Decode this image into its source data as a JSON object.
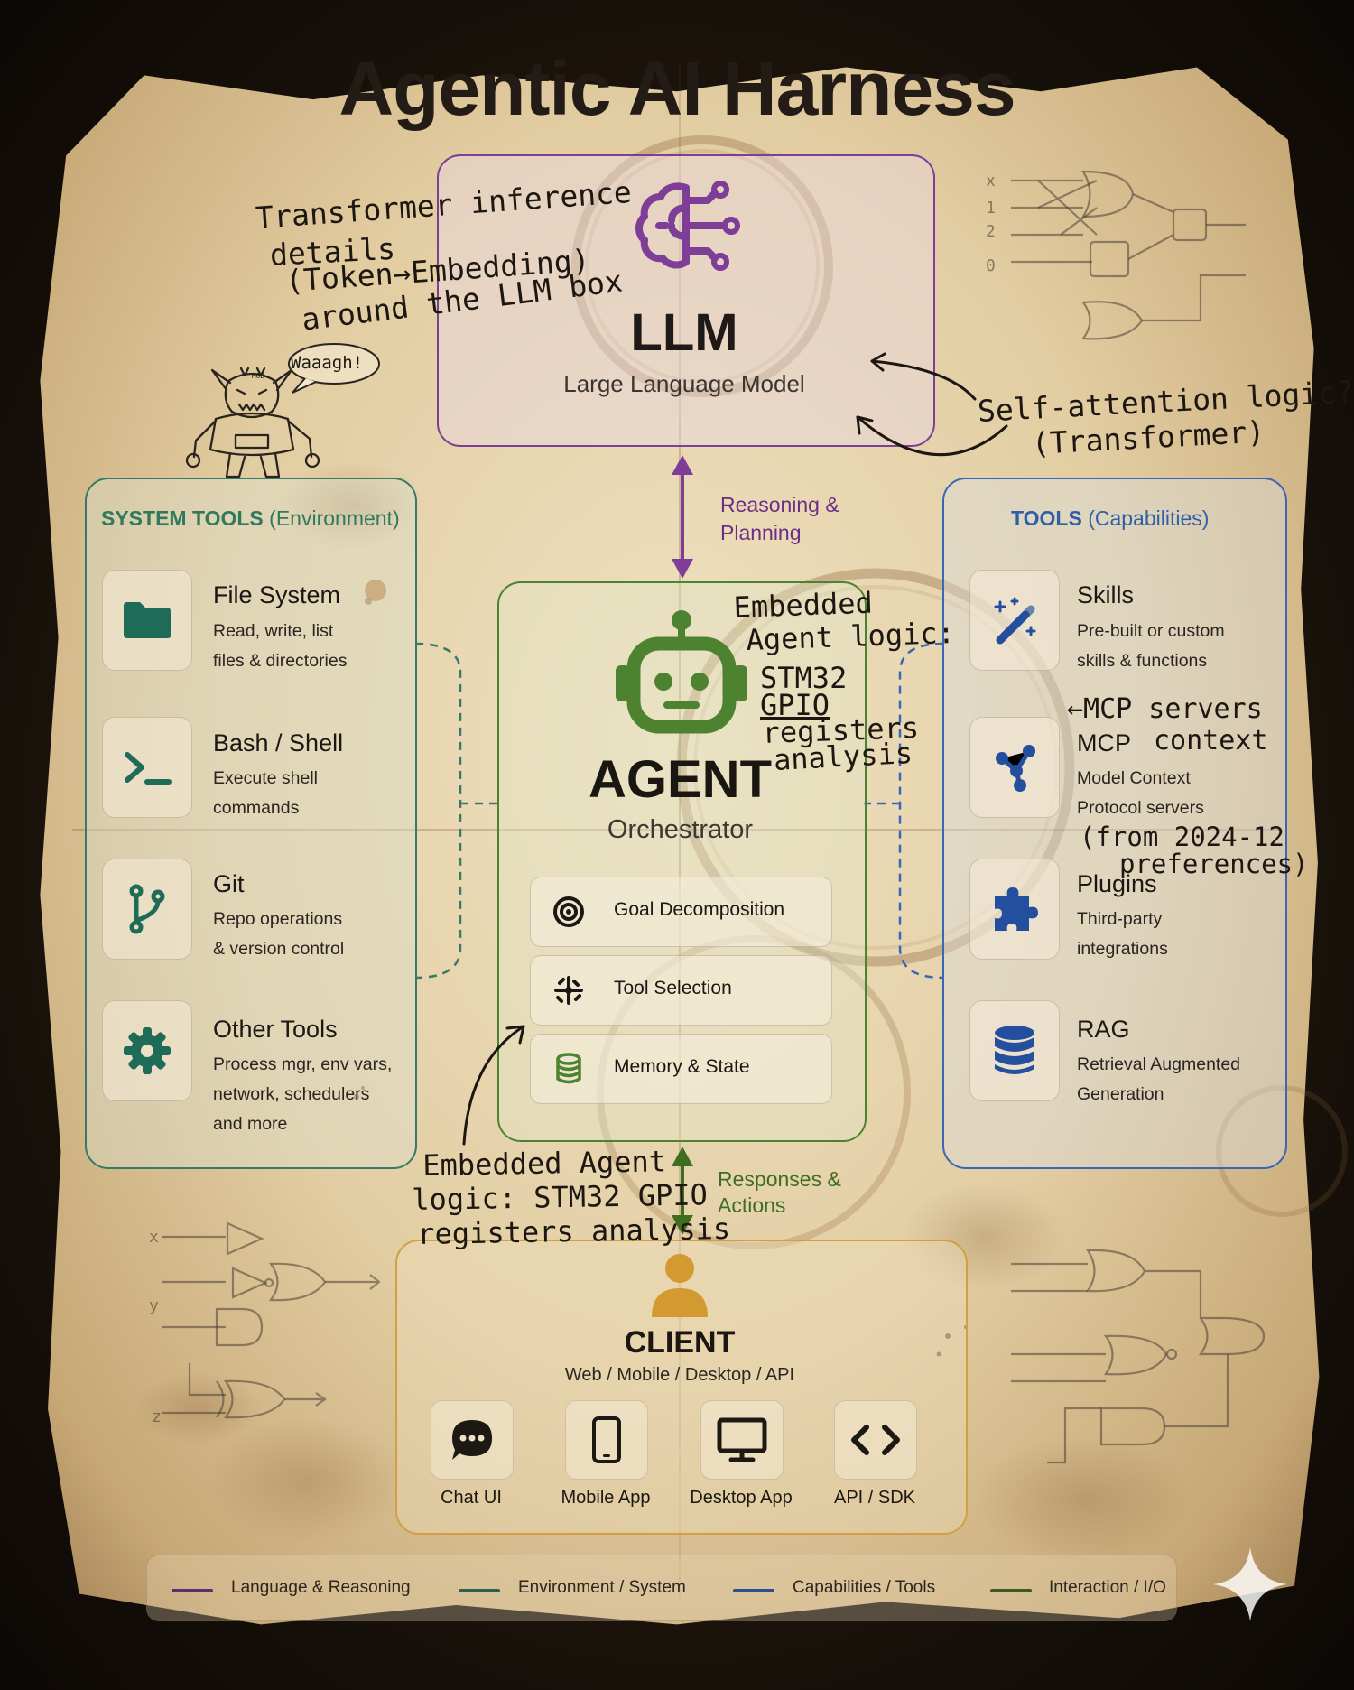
{
  "title": "Agentic AI Harness",
  "colors": {
    "llm": "#7e3d97",
    "agent": "#4d8231",
    "system": "#377a67",
    "tools": "#3867b7",
    "client": "#d1a042"
  },
  "llm": {
    "icon": "brain-circuit-icon",
    "title": "LLM",
    "subtitle": "Large Language Model"
  },
  "connectors": {
    "top": "Reasoning &\nPlanning",
    "bottom": "Responses &\nActions"
  },
  "agent": {
    "icon": "robot-icon",
    "title": "AGENT",
    "subtitle": "Orchestrator",
    "items": [
      {
        "icon": "target-icon",
        "label": "Goal Decomposition"
      },
      {
        "icon": "crosshair-tools-icon",
        "label": "Tool Selection"
      },
      {
        "icon": "database-icon",
        "label": "Memory & State"
      }
    ]
  },
  "system_tools": {
    "title": "SYSTEM TOOLS",
    "subtitle": "(Environment)",
    "items": [
      {
        "icon": "folder-icon",
        "name": "File System",
        "desc": "Read, write, list\nfiles & directories"
      },
      {
        "icon": "terminal-icon",
        "name": "Bash / Shell",
        "desc": "Execute shell\ncommands"
      },
      {
        "icon": "git-branch-icon",
        "name": "Git",
        "desc": "Repo operations\n& version control"
      },
      {
        "icon": "gear-icon",
        "name": "Other Tools",
        "desc": "Process mgr, env vars,\nnetwork, schedulers\nand more"
      }
    ]
  },
  "tools": {
    "title": "TOOLS",
    "subtitle": "(Capabilities)",
    "items": [
      {
        "icon": "magic-wand-icon",
        "name": "Skills",
        "desc": "Pre-built or custom\nskills & functions"
      },
      {
        "icon": "network-nodes-icon",
        "name": "MCP",
        "desc": "Model Context\nProtocol servers"
      },
      {
        "icon": "puzzle-icon",
        "name": "Plugins",
        "desc": "Third-party\nintegrations"
      },
      {
        "icon": "database-stack-icon",
        "name": "RAG",
        "desc": "Retrieval Augmented\nGeneration"
      }
    ]
  },
  "client": {
    "icon": "user-icon",
    "title": "CLIENT",
    "subtitle": "Web / Mobile / Desktop / API",
    "items": [
      {
        "icon": "chat-bubble-icon",
        "label": "Chat UI"
      },
      {
        "icon": "mobile-phone-icon",
        "label": "Mobile App"
      },
      {
        "icon": "monitor-icon",
        "label": "Desktop App"
      },
      {
        "icon": "code-brackets-icon",
        "label": "API / SDK"
      }
    ]
  },
  "legend": [
    {
      "label": "Language & Reasoning",
      "color": "#5a2f6e"
    },
    {
      "label": "Environment / System",
      "color": "#2f5e52"
    },
    {
      "label": "Capabilities / Tools",
      "color": "#2f4f8f"
    },
    {
      "label": "Interaction / I/O",
      "color": "#3d5a22"
    }
  ],
  "notes": {
    "transformer": [
      "Transformer  inference",
      "details",
      "(Token→Embedding)",
      "around the LLM box"
    ],
    "waaagh": "Waaagh!",
    "self_attention": [
      "Self-attention logic?",
      "(Transformer)"
    ],
    "embedded_right": [
      "Embedded",
      "Agent logic:",
      "STM32",
      "GPIO",
      "registers",
      "analysis"
    ],
    "mcp_servers": "←MCP servers",
    "mcp_context": "context",
    "from_2024": [
      "(from 2024-12",
      "preferences)"
    ],
    "embedded_bottom": [
      "Embedded Agent",
      "logic: STM32 GPIO",
      "registers analysis"
    ],
    "goblin_badge": "MOD"
  }
}
